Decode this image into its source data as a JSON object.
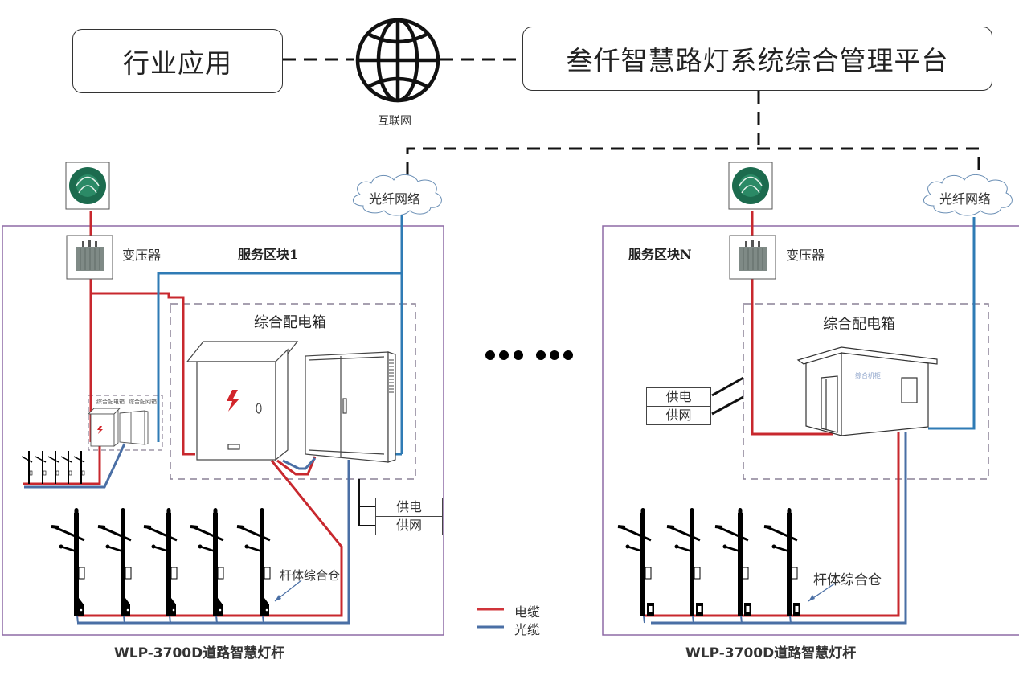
{
  "header": {
    "industry_app": "行业应用",
    "internet_label": "互联网",
    "platform_title": "叁仟智慧路灯系统综合管理平台"
  },
  "icons": {
    "globe": "globe-icon",
    "grid_logo": "state-grid-logo",
    "transformer": "transformer-icon",
    "cloud": "cloud-icon"
  },
  "block1": {
    "title": "服务区块1",
    "fiber_network": "光纤网络",
    "transformer_label": "变压器",
    "cabinet_group_label": "综合配电箱",
    "small_cabinet_label_1": "综合配电箱",
    "small_cabinet_label_2": "综合配网箱",
    "supply_table": [
      "供电",
      "供网"
    ],
    "pole_compartment_label": "杆体综合仓",
    "pole_count": 5,
    "footer": "WLP-3700D道路智慧灯杆"
  },
  "blockN": {
    "title": "服务区块N",
    "fiber_network": "光纤网络",
    "transformer_label": "变压器",
    "cabinet_group_label": "综合配电箱",
    "house_label": "综合机柜",
    "supply_table": [
      "供电",
      "供网"
    ],
    "pole_compartment_label": "杆体综合仓",
    "pole_count": 4,
    "footer": "WLP-3700D道路智慧灯杆"
  },
  "ellipsis": "●●● ●●●",
  "legend": {
    "items": [
      {
        "label": "电缆",
        "color": "#d0343a"
      },
      {
        "label": "光缆",
        "color": "#4a6fa5"
      }
    ]
  },
  "colors": {
    "power_cable": "#c8282e",
    "fiber_cable": "#2f7bb5",
    "block_border": "#8e6aa5",
    "dashed": "#111111",
    "cabinet_dash": "#9a8fa8"
  }
}
